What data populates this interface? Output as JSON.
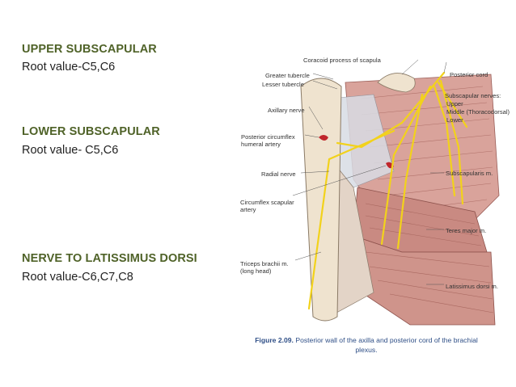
{
  "nerves": [
    {
      "heading": "UPPER SUBSCAPULAR",
      "root": "Root value-C5,C6"
    },
    {
      "heading": "LOWER SUBSCAPULAR",
      "root": "Root value- C5,C6"
    },
    {
      "heading": "NERVE TO LATISSIMUS DORSI",
      "root": "Root value-C6,C7,C8"
    }
  ],
  "figure": {
    "labels": {
      "coracoid": "Coracoid process of scapula",
      "greater_tubercle": "Greater tubercle",
      "lesser_tubercle": "Lesser tubercle",
      "axillary_nerve": "Axillary nerve",
      "post_circumflex_1": "Posterior circumflex",
      "post_circumflex_2": "humeral artery",
      "radial_nerve": "Radial nerve",
      "circumflex_scapular_1": "Circumflex scapular",
      "circumflex_scapular_2": "artery",
      "triceps_1": "Triceps brachii m.",
      "triceps_2": "(long head)",
      "posterior_cord": "Posterior cord",
      "subscapular_nerves": "Subscapular nerves:",
      "upper": "Upper",
      "middle": "Middle (Thoracodorsal)",
      "lower": "Lower",
      "subscapularis": "Subscapularis m.",
      "teres_major": "Teres major m.",
      "latissimus": "Latissimus dorsi m."
    },
    "caption_number": "Figure 2.09.",
    "caption_text": "Posterior wall of the axilla and posterior cord of the brachial plexus."
  },
  "colors": {
    "heading": "#4f6228",
    "nerve": "#f2d21b",
    "muscle": "#c98a82",
    "bone": "#efe3cf",
    "artery": "#c0262c",
    "caption": "#2e4e86"
  }
}
